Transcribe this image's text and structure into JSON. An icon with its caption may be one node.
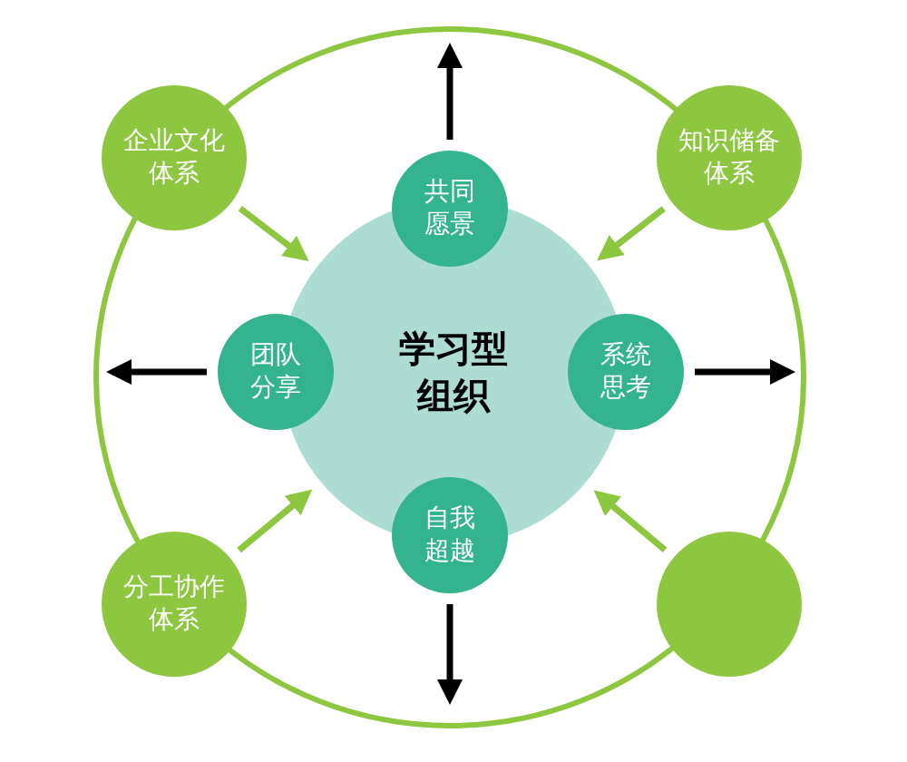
{
  "diagram": {
    "nodes": [
      {
        "text": [
          "学习型组织"
        ]
      },
      {
        "text": [
          "共同愿景"
        ]
      },
      {
        "text": [
          "团队分享"
        ]
      },
      {
        "text": [
          "系统思考"
        ]
      },
      {
        "text": [
          "自我超越"
        ]
      },
      {
        "text": [
          "企业文化体系"
        ]
      },
      {
        "text": [
          "知识储备体系"
        ]
      },
      {
        "text": [
          "分工协作体系"
        ]
      },
      {
        "text": [],
        "shape": "circle"
      }
    ],
    "edges": [
      {
        "from": 5,
        "to": 0,
        "arrow": "to"
      },
      {
        "from": 6,
        "to": 0,
        "arrow": "to"
      },
      {
        "from": 7,
        "to": 0,
        "arrow": "to"
      },
      {
        "from": 8,
        "to": 0,
        "arrow": "to"
      },
      {
        "from": 1,
        "to": null,
        "arrow": "to",
        "color": "#000000"
      },
      {
        "from": 2,
        "to": null,
        "arrow": "to",
        "color": "#000000"
      },
      {
        "from": 3,
        "to": null,
        "arrow": "to",
        "color": "#000000"
      },
      {
        "from": 4,
        "to": null,
        "arrow": "to",
        "color": "#000000"
      }
    ]
  }
}
